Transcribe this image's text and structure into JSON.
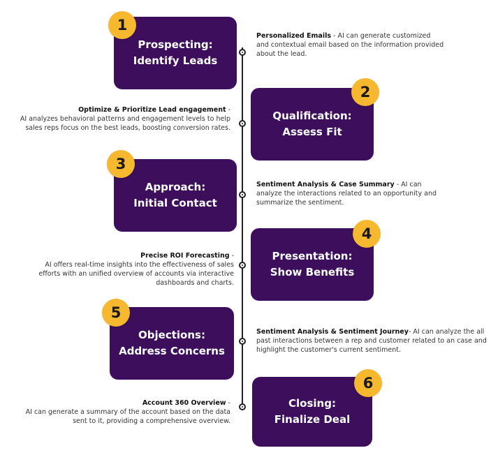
{
  "steps": [
    {
      "number": "1",
      "title_line1": "Prospecting:",
      "title_line2": "Identify Leads",
      "feature_title": "Personalized Emails",
      "feature_text": " - AI can generate customized and contextual email based on the information provided about the lead."
    },
    {
      "number": "2",
      "title_line1": "Qualification:",
      "title_line2": "Assess Fit",
      "feature_title": "Optimize & Prioritize Lead engagement",
      "feature_title_suffix": " -",
      "feature_text": "AI analyzes behavioral patterns and engagement levels to help sales reps focus on the best leads, boosting conversion rates."
    },
    {
      "number": "3",
      "title_line1": "Approach:",
      "title_line2": "Initial Contact",
      "feature_title": "Sentiment Analysis & Case Summary",
      "feature_text": " - AI can analyze the interactions related to an opportunity and summarize the sentiment."
    },
    {
      "number": "4",
      "title_line1": "Presentation:",
      "title_line2": "Show Benefits",
      "feature_title": "Precise ROI Forecasting",
      "feature_title_suffix": " -",
      "feature_text": "AI offers real-time insights into the effectiveness of sales efforts with an unified overview of accounts via interactive dashboards and charts."
    },
    {
      "number": "5",
      "title_line1": "Objections:",
      "title_line2": "Address Concerns",
      "feature_title": "Sentiment Analysis & Sentiment Journey",
      "feature_text": "- AI can analyze the all past interactions between a rep and customer related to an case and highlight the customer's current sentiment."
    },
    {
      "number": "6",
      "title_line1": "Closing:",
      "title_line2": "Finalize Deal",
      "feature_title": "Account 360 Overview",
      "feature_title_suffix": " -",
      "feature_text": "AI can generate a summary of the account based on the data sent to it, providing a comprehensive overview."
    }
  ],
  "colors": {
    "box": "#3c0e5c",
    "badge": "#f5b82e",
    "line": "#222222"
  }
}
